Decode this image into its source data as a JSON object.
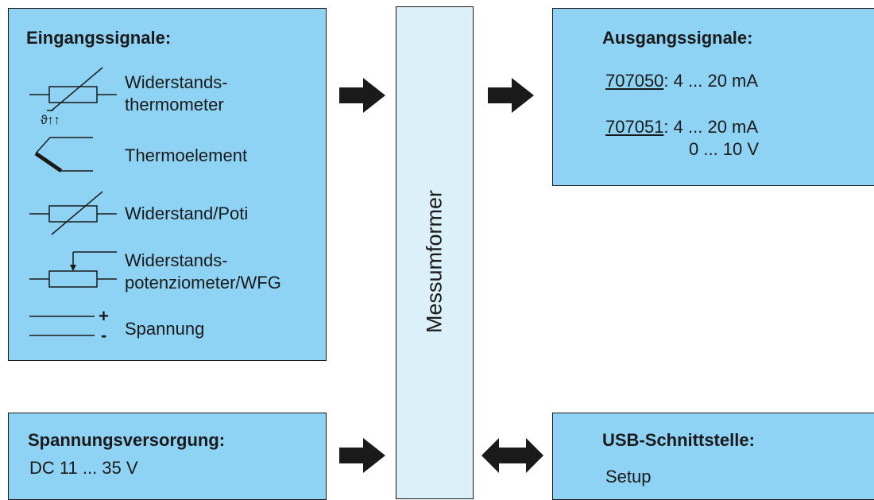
{
  "inputs": {
    "title": "Eingangssignale:",
    "items": [
      {
        "line1": "Widerstands-",
        "line2": "thermometer",
        "symbol_text": "ϑ↑↑"
      },
      {
        "line1": "Thermoelement"
      },
      {
        "line1": "Widerstand/Poti"
      },
      {
        "line1": "Widerstands-",
        "line2": "potenziometer/WFG"
      },
      {
        "line1": "Spannung",
        "plus": "+",
        "minus": "-"
      }
    ]
  },
  "outputs": {
    "title": "Ausgangssignale:",
    "o1_code": "707050",
    "o1_sep": ":",
    "o1_value": " 4 ... 20 mA",
    "o2_code": "707051",
    "o2_sep": ":",
    "o2_value": " 4 ... 20 mA",
    "o2_value2": "0 ... 10 V"
  },
  "center": {
    "label": "Messumformer"
  },
  "power": {
    "title": "Spannungsversorgung:",
    "value": "DC 11 ... 35 V"
  },
  "usb": {
    "title": "USB-Schnittstelle:",
    "value": "Setup"
  },
  "colors": {
    "box_fill": "#8fd3f4",
    "center_fill": "#dcf0fa",
    "line": "#1a1a1a"
  }
}
